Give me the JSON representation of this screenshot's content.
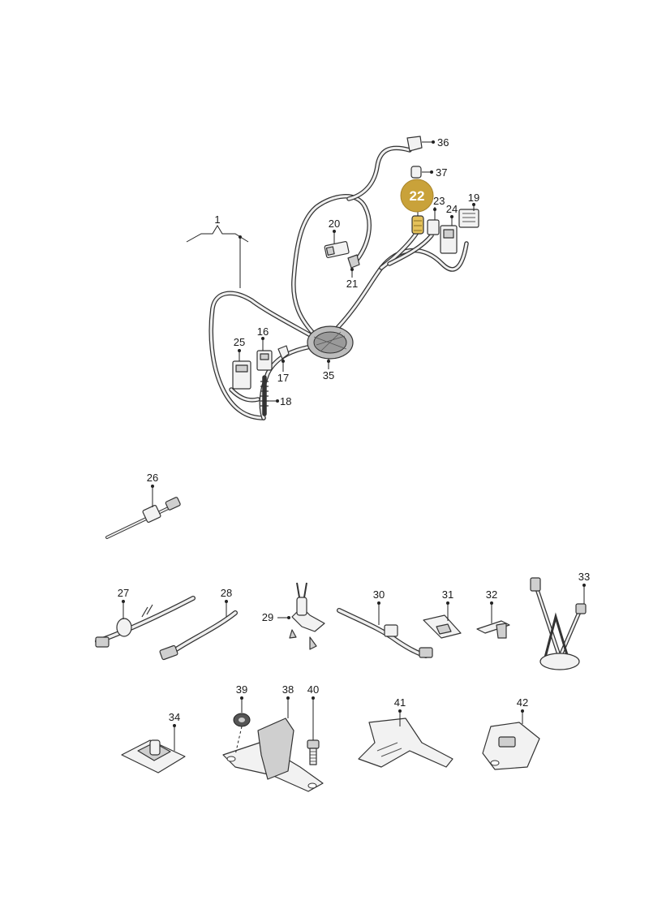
{
  "callouts": [
    {
      "id": "1",
      "label": "1"
    },
    {
      "id": "16",
      "label": "16"
    },
    {
      "id": "17",
      "label": "17"
    },
    {
      "id": "18",
      "label": "18"
    },
    {
      "id": "19",
      "label": "19"
    },
    {
      "id": "20",
      "label": "20"
    },
    {
      "id": "21",
      "label": "21"
    },
    {
      "id": "22",
      "label": "22",
      "highlighted": true
    },
    {
      "id": "23",
      "label": "23"
    },
    {
      "id": "24",
      "label": "24"
    },
    {
      "id": "25",
      "label": "25"
    },
    {
      "id": "26",
      "label": "26"
    },
    {
      "id": "27",
      "label": "27"
    },
    {
      "id": "28",
      "label": "28"
    },
    {
      "id": "29",
      "label": "29"
    },
    {
      "id": "30",
      "label": "30"
    },
    {
      "id": "31",
      "label": "31"
    },
    {
      "id": "32",
      "label": "32"
    },
    {
      "id": "33",
      "label": "33"
    },
    {
      "id": "34",
      "label": "34"
    },
    {
      "id": "35",
      "label": "35"
    },
    {
      "id": "36",
      "label": "36"
    },
    {
      "id": "37",
      "label": "37"
    },
    {
      "id": "38",
      "label": "38"
    },
    {
      "id": "39",
      "label": "39"
    },
    {
      "id": "40",
      "label": "40"
    },
    {
      "id": "41",
      "label": "41"
    },
    {
      "id": "42",
      "label": "42"
    }
  ],
  "colors": {
    "highlight_fill": "#c9a23a",
    "line": "#333333",
    "part_fill": "#f2f2f2",
    "background": "#ffffff"
  }
}
